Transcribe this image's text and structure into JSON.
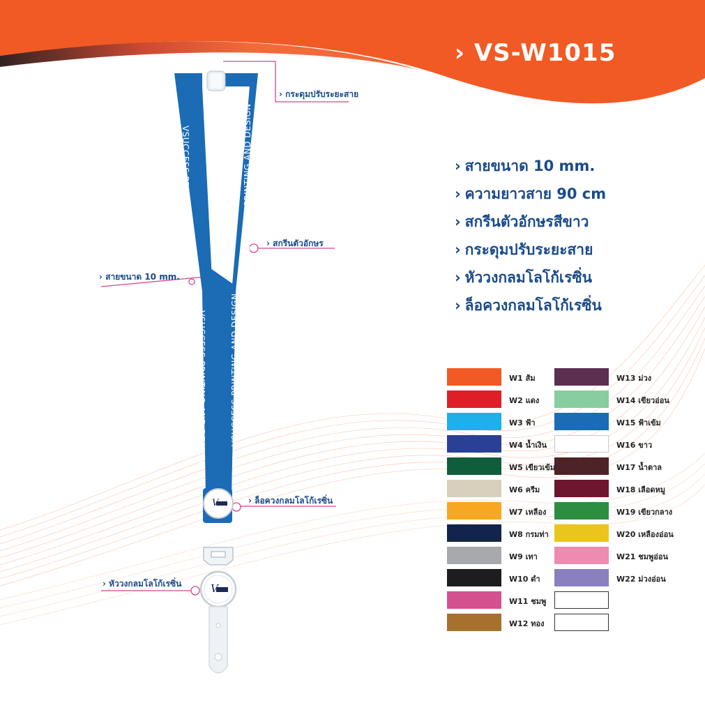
{
  "title": "› VS-W1015",
  "specs": [
    "สายขนาด 10 mm.",
    "ความยาวสาย 90 cm",
    "สกรีนตัวอักษรสีขาว",
    "กระดุมปรับระยะสาย",
    "หัววงกลมโลโก้เรซิ่น",
    "ล็อควงกลมโลโก้เรซิ่น"
  ],
  "chevron": "›",
  "callouts": {
    "adjust_button": "› กระดุมปรับระยะสาย",
    "screen_text": "› สกรีนตัวอักษร",
    "strap_size": "› สายขนาด 10 mm.",
    "lock_logo": "› ล็อควงกลมโลโก้เรซิ่น",
    "head_logo": "› หัววงกลมโลโก้เรซิ่น"
  },
  "strap_print": "VSUCCESS PRINTING AND DESIGN",
  "colors_left": [
    {
      "code": "W1 ส้ม",
      "hex": "#f15a24"
    },
    {
      "code": "W2 แดง",
      "hex": "#e01e27"
    },
    {
      "code": "W3 ฟ้า",
      "hex": "#1eb0ea"
    },
    {
      "code": "W4 น้ำเงิน",
      "hex": "#2a3f96"
    },
    {
      "code": "W5 เขียวเข้ม",
      "hex": "#0f5d3c"
    },
    {
      "code": "W6 ครีม",
      "hex": "#d8cfbd"
    },
    {
      "code": "W7 เหลือง",
      "hex": "#f7a721"
    },
    {
      "code": "W8 กรมท่า",
      "hex": "#13244a"
    },
    {
      "code": "W9 เทา",
      "hex": "#a7a9ac"
    },
    {
      "code": "W10 ดำ",
      "hex": "#1d1d1f"
    },
    {
      "code": "W11 ชมพู",
      "hex": "#d4508f"
    },
    {
      "code": "W12 ทอง",
      "hex": "#a8702f"
    }
  ],
  "colors_right": [
    {
      "code": "W13 ม่วง",
      "hex": "#5c2e4f"
    },
    {
      "code": "W14 เขียวอ่อน",
      "hex": "#86ce9f"
    },
    {
      "code": "W15 ฟ้าเข้ม",
      "hex": "#1b6bb5"
    },
    {
      "code": "W16 ขาว",
      "hex": "#ffffff"
    },
    {
      "code": "W17 น้ำตาล",
      "hex": "#4e2327"
    },
    {
      "code": "W18 เลือดหมู",
      "hex": "#6e1630"
    },
    {
      "code": "W19 เขียวกลาง",
      "hex": "#2d8e3f"
    },
    {
      "code": "W20 เหลืองอ่อน",
      "hex": "#eac51d"
    },
    {
      "code": "W21 ชมพูอ่อน",
      "hex": "#ee8bb0"
    },
    {
      "code": "W22 ม่วงอ่อน",
      "hex": "#8a80c0"
    },
    {
      "code": "",
      "hex": "empty"
    },
    {
      "code": "",
      "hex": "empty"
    }
  ],
  "theme": {
    "header_orange": "#f15a24",
    "strap_blue": "#1b6bb5",
    "text_navy": "#1a4a8a",
    "callout_pink": "#d4468c"
  }
}
